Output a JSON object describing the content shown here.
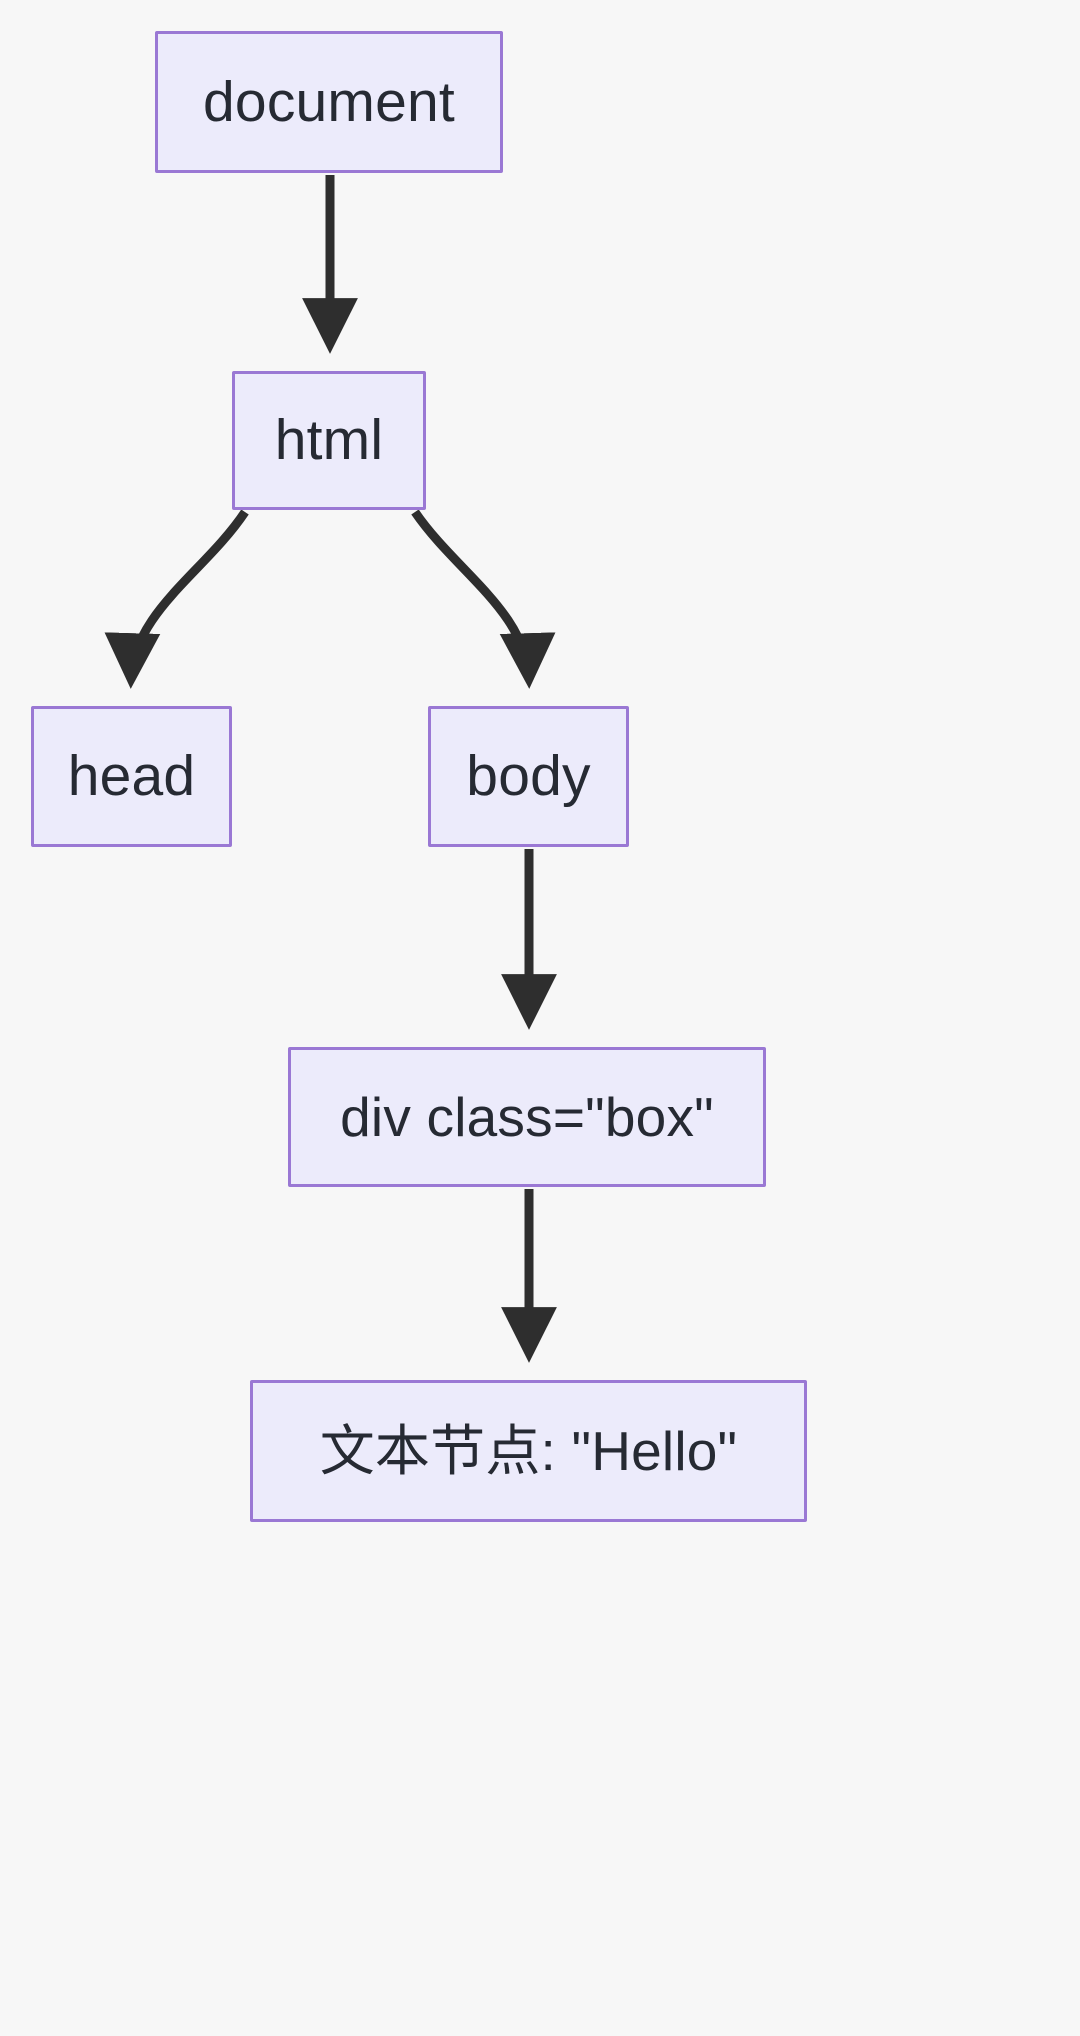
{
  "diagram": {
    "type": "flowchart",
    "title": "",
    "direction": "top-down",
    "background_color": "#f7f7f7",
    "node_fill_color": "#ecebfb",
    "node_border_color": "#9a78d4",
    "node_text_color": "#262a33",
    "edge_color": "#2e2e2e",
    "nodes": [
      {
        "id": "document",
        "label": "document"
      },
      {
        "id": "html",
        "label": "html"
      },
      {
        "id": "head",
        "label": "head"
      },
      {
        "id": "body",
        "label": "body"
      },
      {
        "id": "div",
        "label": "div class=\"box\""
      },
      {
        "id": "text",
        "label": "文本节点: \"Hello\""
      }
    ],
    "edges": [
      {
        "from": "document",
        "to": "html",
        "label": "",
        "style": "straight-arrow"
      },
      {
        "from": "html",
        "to": "head",
        "label": "",
        "style": "curved-arrow"
      },
      {
        "from": "html",
        "to": "body",
        "label": "",
        "style": "curved-arrow"
      },
      {
        "from": "body",
        "to": "div",
        "label": "",
        "style": "straight-arrow"
      },
      {
        "from": "div",
        "to": "text",
        "label": "",
        "style": "straight-arrow"
      }
    ]
  }
}
